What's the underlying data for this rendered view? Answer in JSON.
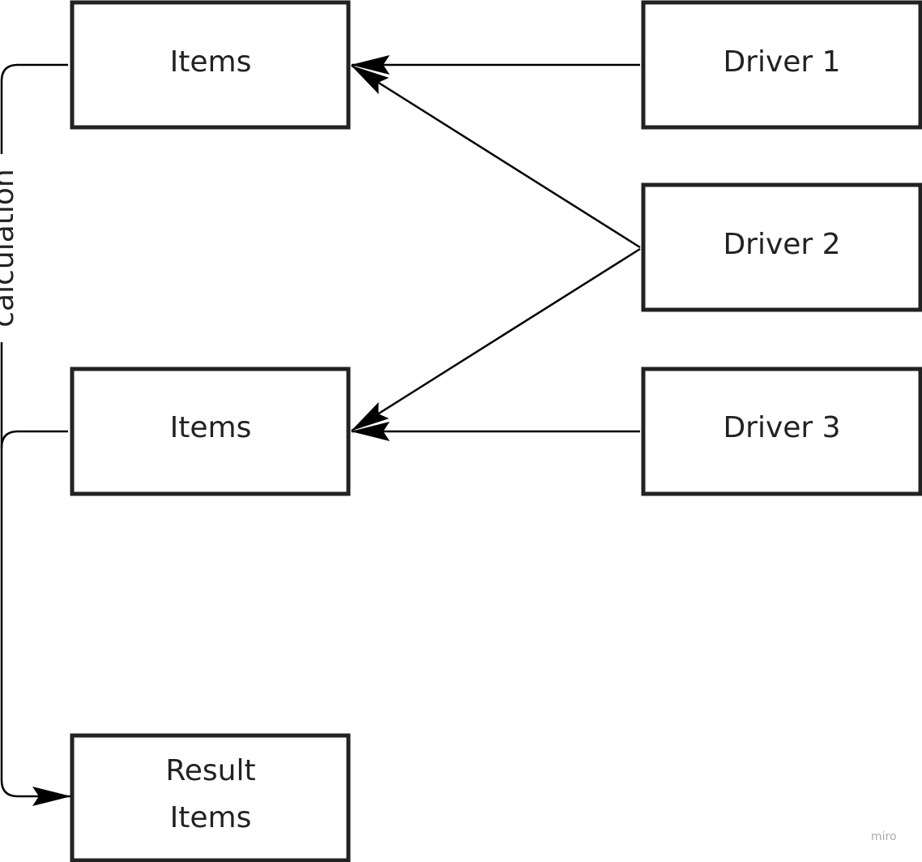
{
  "nodes": {
    "items_top": "Items",
    "items_middle": "Items",
    "result_line1": "Result",
    "result_line2": "Items",
    "driver1": "Driver 1",
    "driver2": "Driver 2",
    "driver3": "Driver 3"
  },
  "edges": {
    "calculation_label": "calculation"
  },
  "watermark": "miro",
  "colors": {
    "stroke": "#222222",
    "background": "#ffffff"
  }
}
